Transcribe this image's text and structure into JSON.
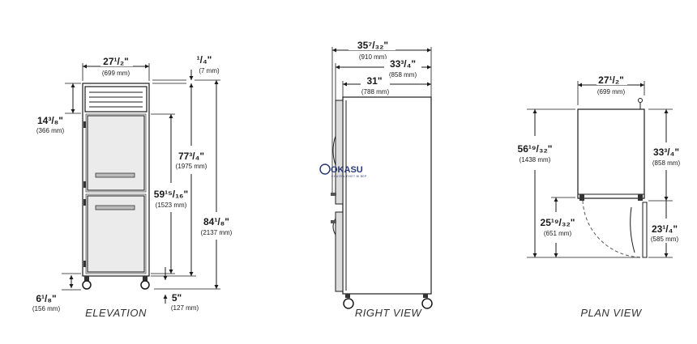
{
  "views": {
    "elevation": {
      "label": "ELEVATION",
      "dims": {
        "width": {
          "main": "27¹/₂\"",
          "sub": "(699 mm)"
        },
        "top_offset": {
          "main": "¹/₄\"",
          "sub": "(7 mm)"
        },
        "top_section": {
          "main": "14³/₈\"",
          "sub": "(366 mm)"
        },
        "body_height": {
          "main": "77³/₄\"",
          "sub": "(1975 mm)"
        },
        "door_height": {
          "main": "59¹⁵/₁₆\"",
          "sub": "(1523 mm)"
        },
        "overall_height": {
          "main": "84¹/₈\"",
          "sub": "(2137 mm)"
        },
        "leg_height": {
          "main": "6¹/₈\"",
          "sub": "(156 mm)"
        },
        "bottom_gap": {
          "main": "5\"",
          "sub": "(127 mm)"
        }
      }
    },
    "right": {
      "label": "RIGHT VIEW",
      "dims": {
        "overall_depth": {
          "main": "35⁷/₃₂\"",
          "sub": "(910 mm)"
        },
        "depth_handles": {
          "main": "33³/₄\"",
          "sub": "(858 mm)"
        },
        "cabinet_depth": {
          "main": "31\"",
          "sub": "(788 mm)"
        }
      }
    },
    "plan": {
      "label": "PLAN VIEW",
      "dims": {
        "width": {
          "main": "27¹/₂\"",
          "sub": "(699 mm)"
        },
        "depth_open": {
          "main": "56¹⁹/₃₂\"",
          "sub": "(1438 mm)"
        },
        "door_swing_left": {
          "main": "25¹⁹/₃₂\"",
          "sub": "(651 mm)"
        },
        "depth_closed": {
          "main": "33³/₄\"",
          "sub": "(858 mm)"
        },
        "door_swing_right": {
          "main": "23¹/₄\"",
          "sub": "(585 mm)"
        }
      }
    }
  },
  "watermark": {
    "name": "OKASU",
    "tagline": "CHUYEN THIET BI BEP"
  },
  "colors": {
    "line": "#1a1a1a",
    "panel": "#ebebeb",
    "logo": "#2a3a7a"
  }
}
